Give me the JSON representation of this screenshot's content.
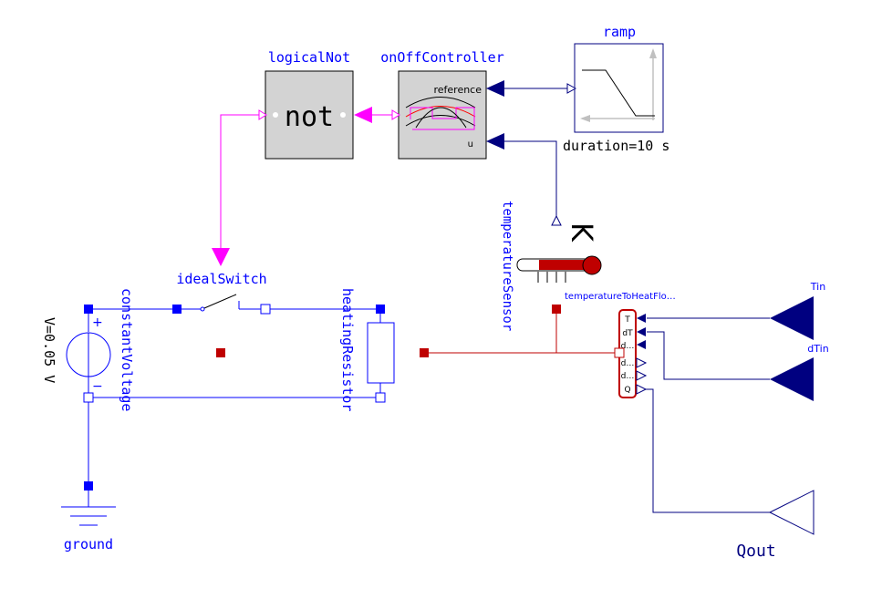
{
  "colors": {
    "connector_blue": "#0000ff",
    "label_blue": "#0000ff",
    "real_signal": "#000080",
    "boolean_signal": "#ff00ff",
    "thermal": "#bf0000",
    "block_fill": "#d3d3d3",
    "black": "#000000"
  },
  "components": {
    "logical_not": {
      "name": "logicalNot",
      "text": "not"
    },
    "on_off_controller": {
      "name": "onOffController",
      "reference_label": "reference",
      "u_label": "u"
    },
    "ramp": {
      "name": "ramp",
      "parameter": "duration=10 s"
    },
    "ideal_switch": {
      "name": "idealSwitch"
    },
    "constant_voltage": {
      "name": "constantVoltage",
      "parameter": "V=0.05 V",
      "plus": "+",
      "minus": "−"
    },
    "heating_resistor": {
      "name": "heatingResistor"
    },
    "temperature_sensor": {
      "name": "temperatureSensor",
      "unit": "K"
    },
    "temperature_to_heat_flow": {
      "name": "temperatureToHeatFlo…",
      "ports": [
        "T",
        "dT",
        "d…",
        "d…",
        "d…",
        "Q"
      ]
    },
    "ground": {
      "name": "ground"
    },
    "tin": {
      "name": "Tin"
    },
    "dtin": {
      "name": "dTin"
    },
    "qout": {
      "name": "Qout"
    }
  }
}
